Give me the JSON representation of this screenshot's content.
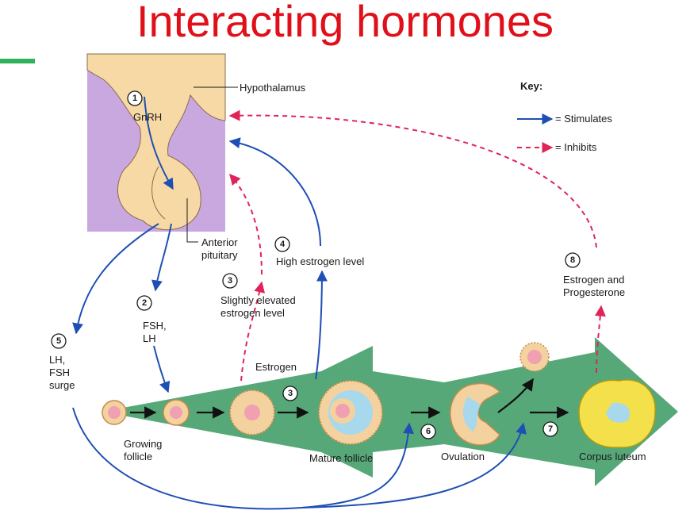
{
  "title": "Interacting hormones",
  "colors": {
    "title": "#e0101a",
    "stimulates": "#1f4fb5",
    "inhibits": "#e0245a",
    "brain": "#c9a8e0",
    "tissue": "#f6d9a5",
    "arrow_band": "#3a9960"
  },
  "labels": {
    "hypothalamus": "Hypothalamus",
    "gnrh": "GnRH",
    "anterior_pituitary_1": "Anterior",
    "anterior_pituitary_2": "pituitary",
    "fsh_lh_1": "FSH,",
    "fsh_lh_2": "LH",
    "surge_1": "LH,",
    "surge_2": "FSH",
    "surge_3": "surge",
    "slight_1": "Slightly elevated",
    "slight_2": "estrogen level",
    "high_estrogen": "High estrogen level",
    "estrogen": "Estrogen",
    "est_prog_1": "Estrogen and",
    "est_prog_2": "Progesterone",
    "growing_1": "Growing",
    "growing_2": "follicle",
    "mature_follicle": "Mature follicle",
    "ovulation": "Ovulation",
    "corpus_luteum": "Corpus luteum"
  },
  "key": {
    "title": "Key:",
    "stimulates": "= Stimulates",
    "inhibits": "= Inhibits"
  },
  "steps": {
    "s1": "1",
    "s2": "2",
    "s3a": "3",
    "s3b": "3",
    "s4": "4",
    "s5": "5",
    "s6": "6",
    "s7": "7",
    "s8": "8"
  }
}
